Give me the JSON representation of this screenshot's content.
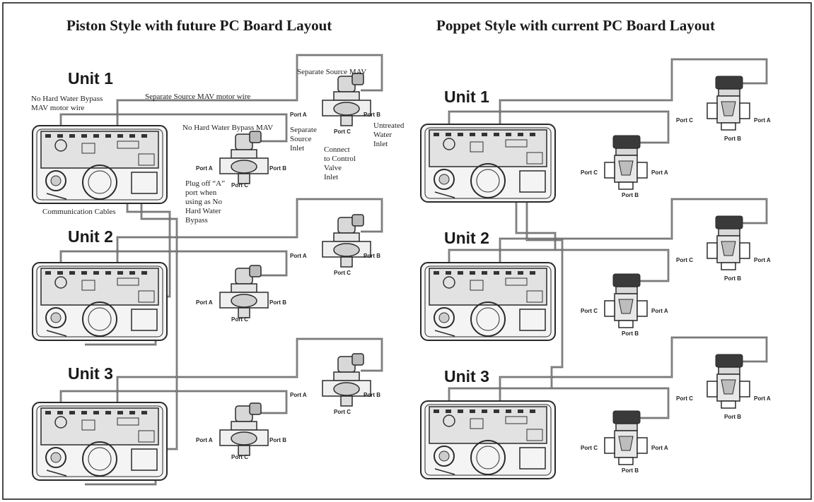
{
  "headings": {
    "left": "Piston Style with future PC Board Layout",
    "right": "Poppet Style with current PC Board Layout"
  },
  "units": {
    "left": [
      "Unit 1",
      "Unit 2",
      "Unit 3"
    ],
    "right": [
      "Unit 1",
      "Unit 2",
      "Unit 3"
    ]
  },
  "annotations": {
    "no_hard_water_bypass_wire": "No Hard Water Bypass\nMAV motor wire",
    "separate_source_wire": "Separate Source MAV motor wire",
    "separate_source_mav": "Separate Source MAV",
    "no_hard_water_bypass_mav": "No Hard Water Bypass MAV",
    "separate_source_inlet": "Separate\nSource\nInlet",
    "connect_control_valve": "Connect\nto Control\nValve\nInlet",
    "untreated_water_inlet": "Untreated\nWater\nInlet",
    "plug_off": "Plug off “A”\nport when\nusing as No\nHard Water\nBypass",
    "communication_cables": "Communication Cables"
  },
  "ports": {
    "a": "Port A",
    "b": "Port B",
    "c": "Port C"
  },
  "colors": {
    "line": "#2a2a2a",
    "border": "#111111"
  }
}
